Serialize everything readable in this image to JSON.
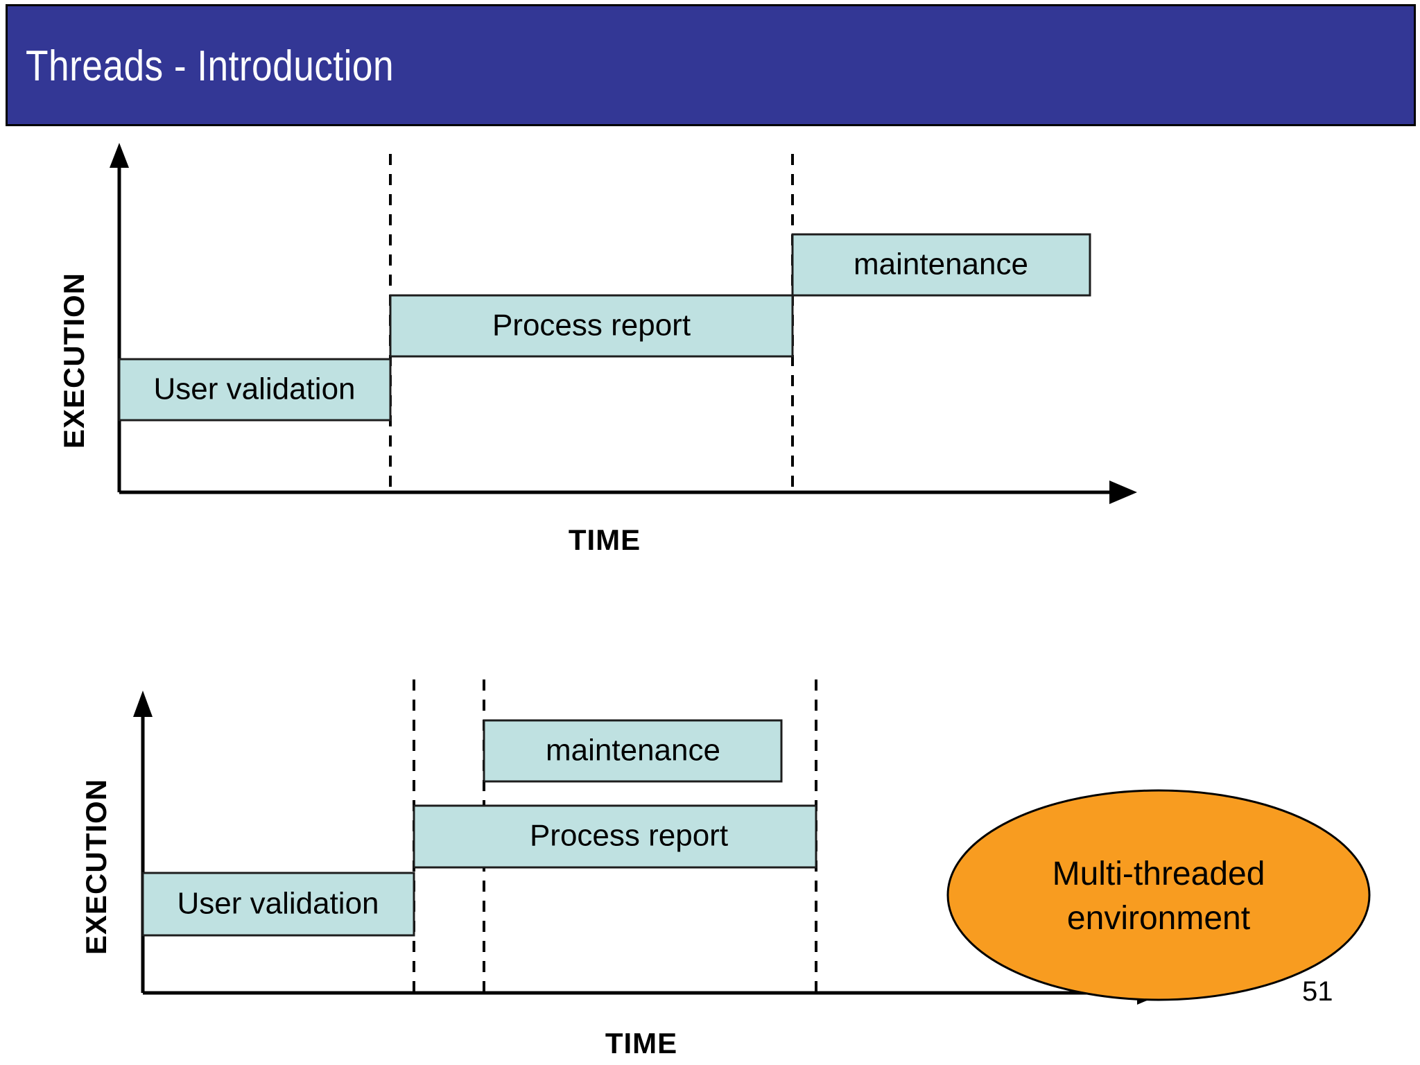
{
  "slide": {
    "title": "Threads - Introduction",
    "page_number": "51",
    "banner_color": "#333795",
    "banner_text_color": "#ffffff",
    "bar_fill_color": "#bfe1e1",
    "callout_fill_color": "#f89c20"
  },
  "callout": {
    "line1": "Multi-threaded",
    "line2": "environment"
  },
  "chart_data": [
    {
      "id": "single-threaded-timeline",
      "type": "bar",
      "orientation": "horizontal-gantt",
      "title": "",
      "xlabel": "TIME",
      "ylabel": "EXECUTION",
      "grid": false,
      "legend": "none",
      "xlim": [
        0,
        10
      ],
      "ylim": [
        0,
        4
      ],
      "axis_arrows": true,
      "dashed_separators_x": [
        3.3,
        8.3
      ],
      "categories": [
        "User validation",
        "Process report",
        "maintenance"
      ],
      "tasks": [
        {
          "label": "User validation",
          "start": 0.0,
          "end": 3.3,
          "level": 1
        },
        {
          "label": "Process report",
          "start": 3.3,
          "end": 8.3,
          "level": 2
        },
        {
          "label": "maintenance",
          "start": 8.3,
          "end": 11.2,
          "level": 3
        }
      ]
    },
    {
      "id": "multi-threaded-timeline",
      "type": "bar",
      "orientation": "horizontal-gantt",
      "title": "",
      "xlabel": "TIME",
      "ylabel": "EXECUTION",
      "grid": false,
      "legend": "none",
      "xlim": [
        0,
        10
      ],
      "ylim": [
        0,
        4
      ],
      "axis_arrows": true,
      "dashed_separators_x": [
        3.3,
        4.35,
        9.3
      ],
      "categories": [
        "User validation",
        "Process report",
        "maintenance"
      ],
      "tasks": [
        {
          "label": "User validation",
          "start": 0.0,
          "end": 3.3,
          "level": 1
        },
        {
          "label": "Process report",
          "start": 3.3,
          "end": 9.3,
          "level": 2
        },
        {
          "label": "maintenance",
          "start": 4.35,
          "end": 9.0,
          "level": 3
        }
      ]
    }
  ]
}
